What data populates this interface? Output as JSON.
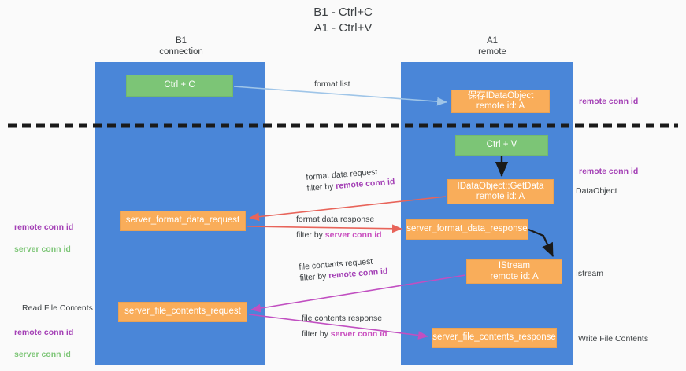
{
  "title": "B1 - Ctrl+C\nA1 - Ctrl+V",
  "colors": {
    "lane": "#4a86d8",
    "green_node": "#7cc576",
    "orange_node": "#f9ad5a",
    "remote_conn_id": "#a33fb5",
    "server_conn_id": "#7cc576",
    "format_arrow": "#9fc5e8",
    "data_arrow": "#e8645a",
    "file_arrow": "#c14fc1",
    "divider": "#1a1a1a",
    "background": "#fafafa"
  },
  "columns": [
    {
      "id": "b1",
      "header": "B1\nconnection"
    },
    {
      "id": "a1",
      "header": "A1\nremote"
    }
  ],
  "nodes": {
    "ctrl_c": "Ctrl + C",
    "save_dataobject": "保存IDataObject\nremote id: A",
    "ctrl_v": "Ctrl + V",
    "getdata": "IDataObject::GetData\nremote id: A",
    "server_format_data_request": "server_format_data_request",
    "server_format_data_response": "server_format_data_response",
    "istream": "IStream\nremote id: A",
    "server_file_contents_request": "server_file_contents_request",
    "server_file_contents_response": "server_file_contents_response"
  },
  "edges": {
    "format_list": "format list",
    "format_data_request": "format data request",
    "format_data_request_filter_prefix": "filter by ",
    "format_data_request_filter_key": "remote conn id",
    "format_data_response": "format data response",
    "format_data_response_filter_prefix": "filter by ",
    "format_data_response_filter_key": "server conn id",
    "file_contents_request": "file contents request",
    "file_contents_request_filter_prefix": "filter by ",
    "file_contents_request_filter_key": "remote conn id",
    "file_contents_response": "file contents response",
    "file_contents_response_filter_prefix": "filter by ",
    "file_contents_response_filter_key": "server conn id"
  },
  "side_labels": {
    "remote_conn_id_top": "remote conn id",
    "remote_conn_id_mid": "remote conn id",
    "dataobject": "DataObject",
    "istream": "Istream",
    "write_file_contents": "Write File Contents",
    "read_file_contents": "Read File Contents",
    "left_remote_conn_id": "remote conn id",
    "left_server_conn_id": "server conn id"
  }
}
